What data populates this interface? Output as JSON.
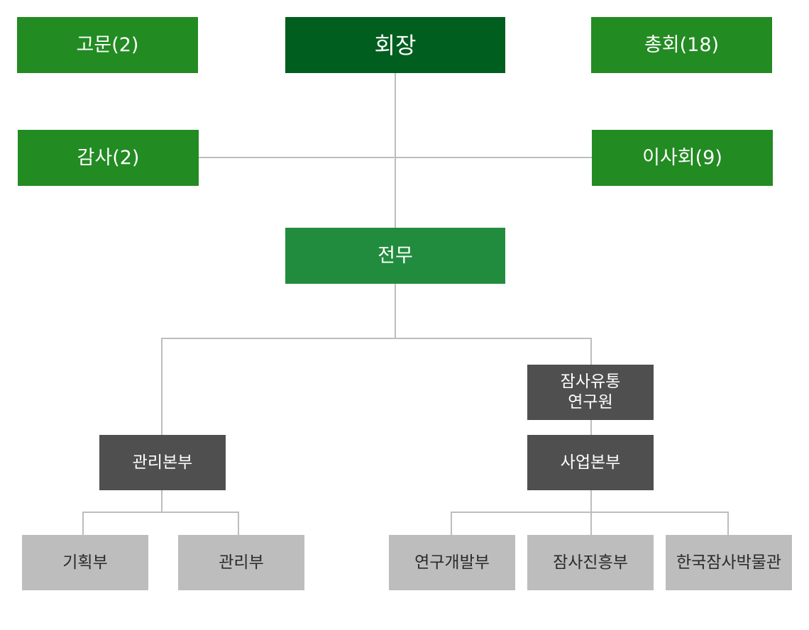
{
  "org_chart": {
    "top": {
      "advisor": "고문(2)",
      "chairman": "회장",
      "general_meeting": "총회(18)"
    },
    "oversight": {
      "auditor": "감사(2)",
      "board": "이사회(9)"
    },
    "executive": "전무",
    "divisions": {
      "management": {
        "label": "관리본부",
        "departments": [
          "기획부",
          "관리부"
        ]
      },
      "research_institute": "잠사유통\n연구원",
      "business": {
        "label": "사업본부",
        "departments": [
          "연구개발부",
          "잠사진흥부",
          "한국잠사박물관"
        ]
      }
    }
  },
  "colors": {
    "chairman": "#005e1e",
    "green_box": "#228b22",
    "executive": "#218c3e",
    "division": "#4f4f4f",
    "department": "#bdbdbd",
    "connector": "#bdbdbd"
  }
}
